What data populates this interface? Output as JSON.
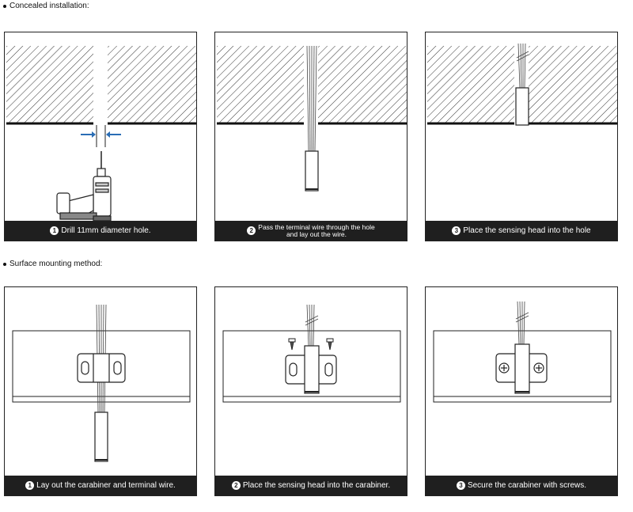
{
  "concealed": {
    "title": "Concealed installation:",
    "steps": [
      {
        "number": "1",
        "text": "Drill 11mm diameter hole."
      },
      {
        "number": "2",
        "text_line1": "Pass the terminal wire through the hole",
        "text_line2": "and lay out the wire."
      },
      {
        "number": "3",
        "text": "Place the sensing head into the hole"
      }
    ]
  },
  "surface": {
    "title": "Surface mounting method:",
    "steps": [
      {
        "number": "1",
        "text": "Lay out the carabiner and terminal wire."
      },
      {
        "number": "2",
        "text": "Place the sensing head into the carabiner."
      },
      {
        "number": "3",
        "text": "Secure the carabiner with screws."
      }
    ]
  },
  "colors": {
    "caption_bg": "#1f1f1f",
    "arrow": "#2a6db5",
    "line": "#222222"
  }
}
